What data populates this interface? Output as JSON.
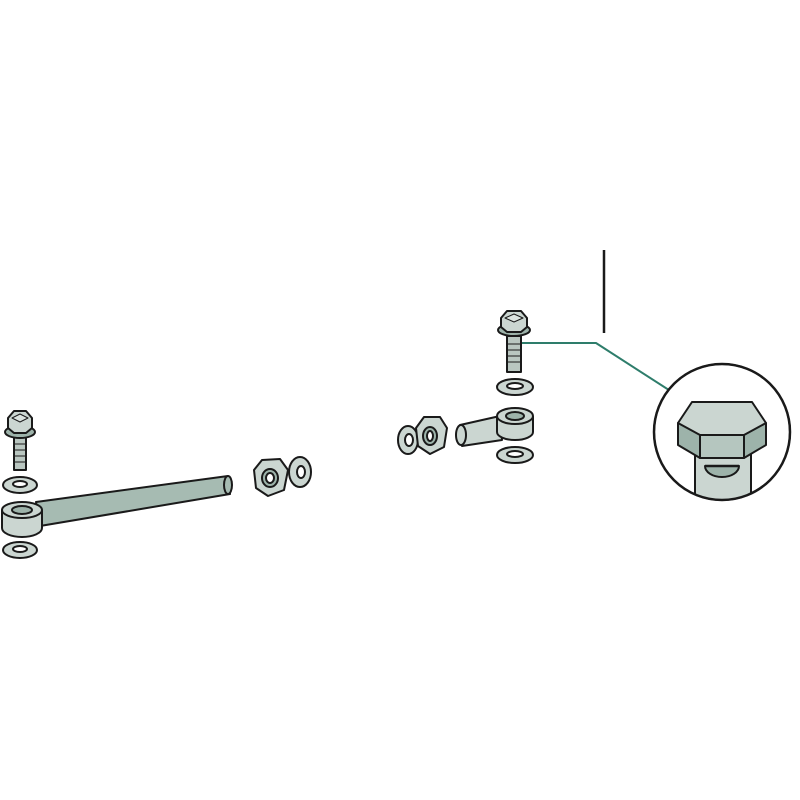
{
  "colors": {
    "background": "#ffffff",
    "part_light": "#cbd6d1",
    "part_dark": "#9db3aa",
    "rod": "#a6bbb2",
    "outline": "#1a1a1a",
    "leader_line": "#2e7d6b"
  },
  "parts": {
    "left_assembly": [
      "bolt",
      "washer-top",
      "eye-rod",
      "washer-bottom",
      "nut",
      "washer-end"
    ],
    "right_assembly": [
      "bolt",
      "washer-top",
      "eye-end",
      "washer-bottom",
      "nut",
      "washer-end"
    ],
    "detail_view": "bolt-head-closeup"
  }
}
